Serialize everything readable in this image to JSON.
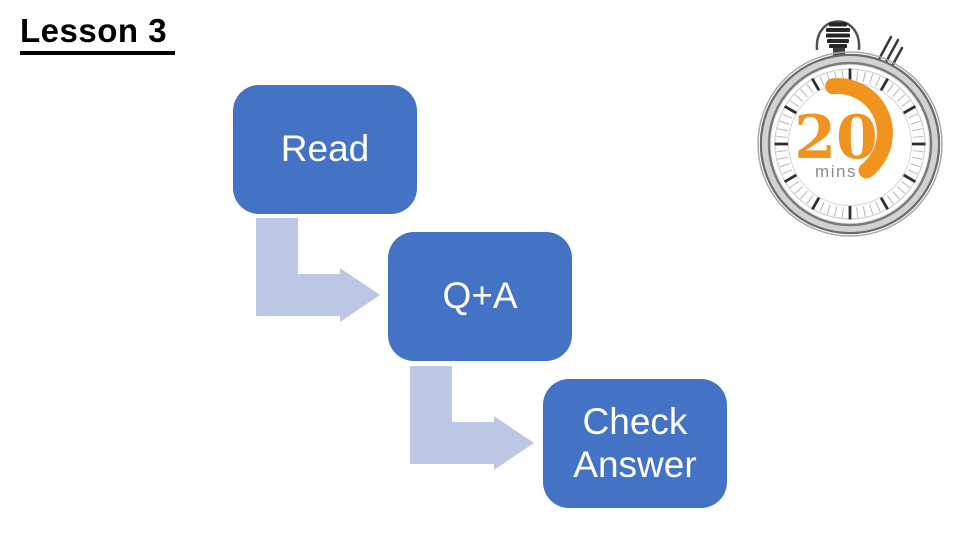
{
  "slide": {
    "title": "Lesson 3"
  },
  "flow": {
    "type": "staircase-process",
    "box_color": "#4472C4",
    "arrow_color": "#BCC7E6",
    "text_color": "#FFFFFF",
    "steps": [
      {
        "label": "Read"
      },
      {
        "label": "Q+A"
      },
      {
        "label": "Check Answer"
      }
    ]
  },
  "timer": {
    "value": "20",
    "unit": "mins",
    "accent_color": "#F0941F",
    "unit_color": "#8C8C8C"
  }
}
